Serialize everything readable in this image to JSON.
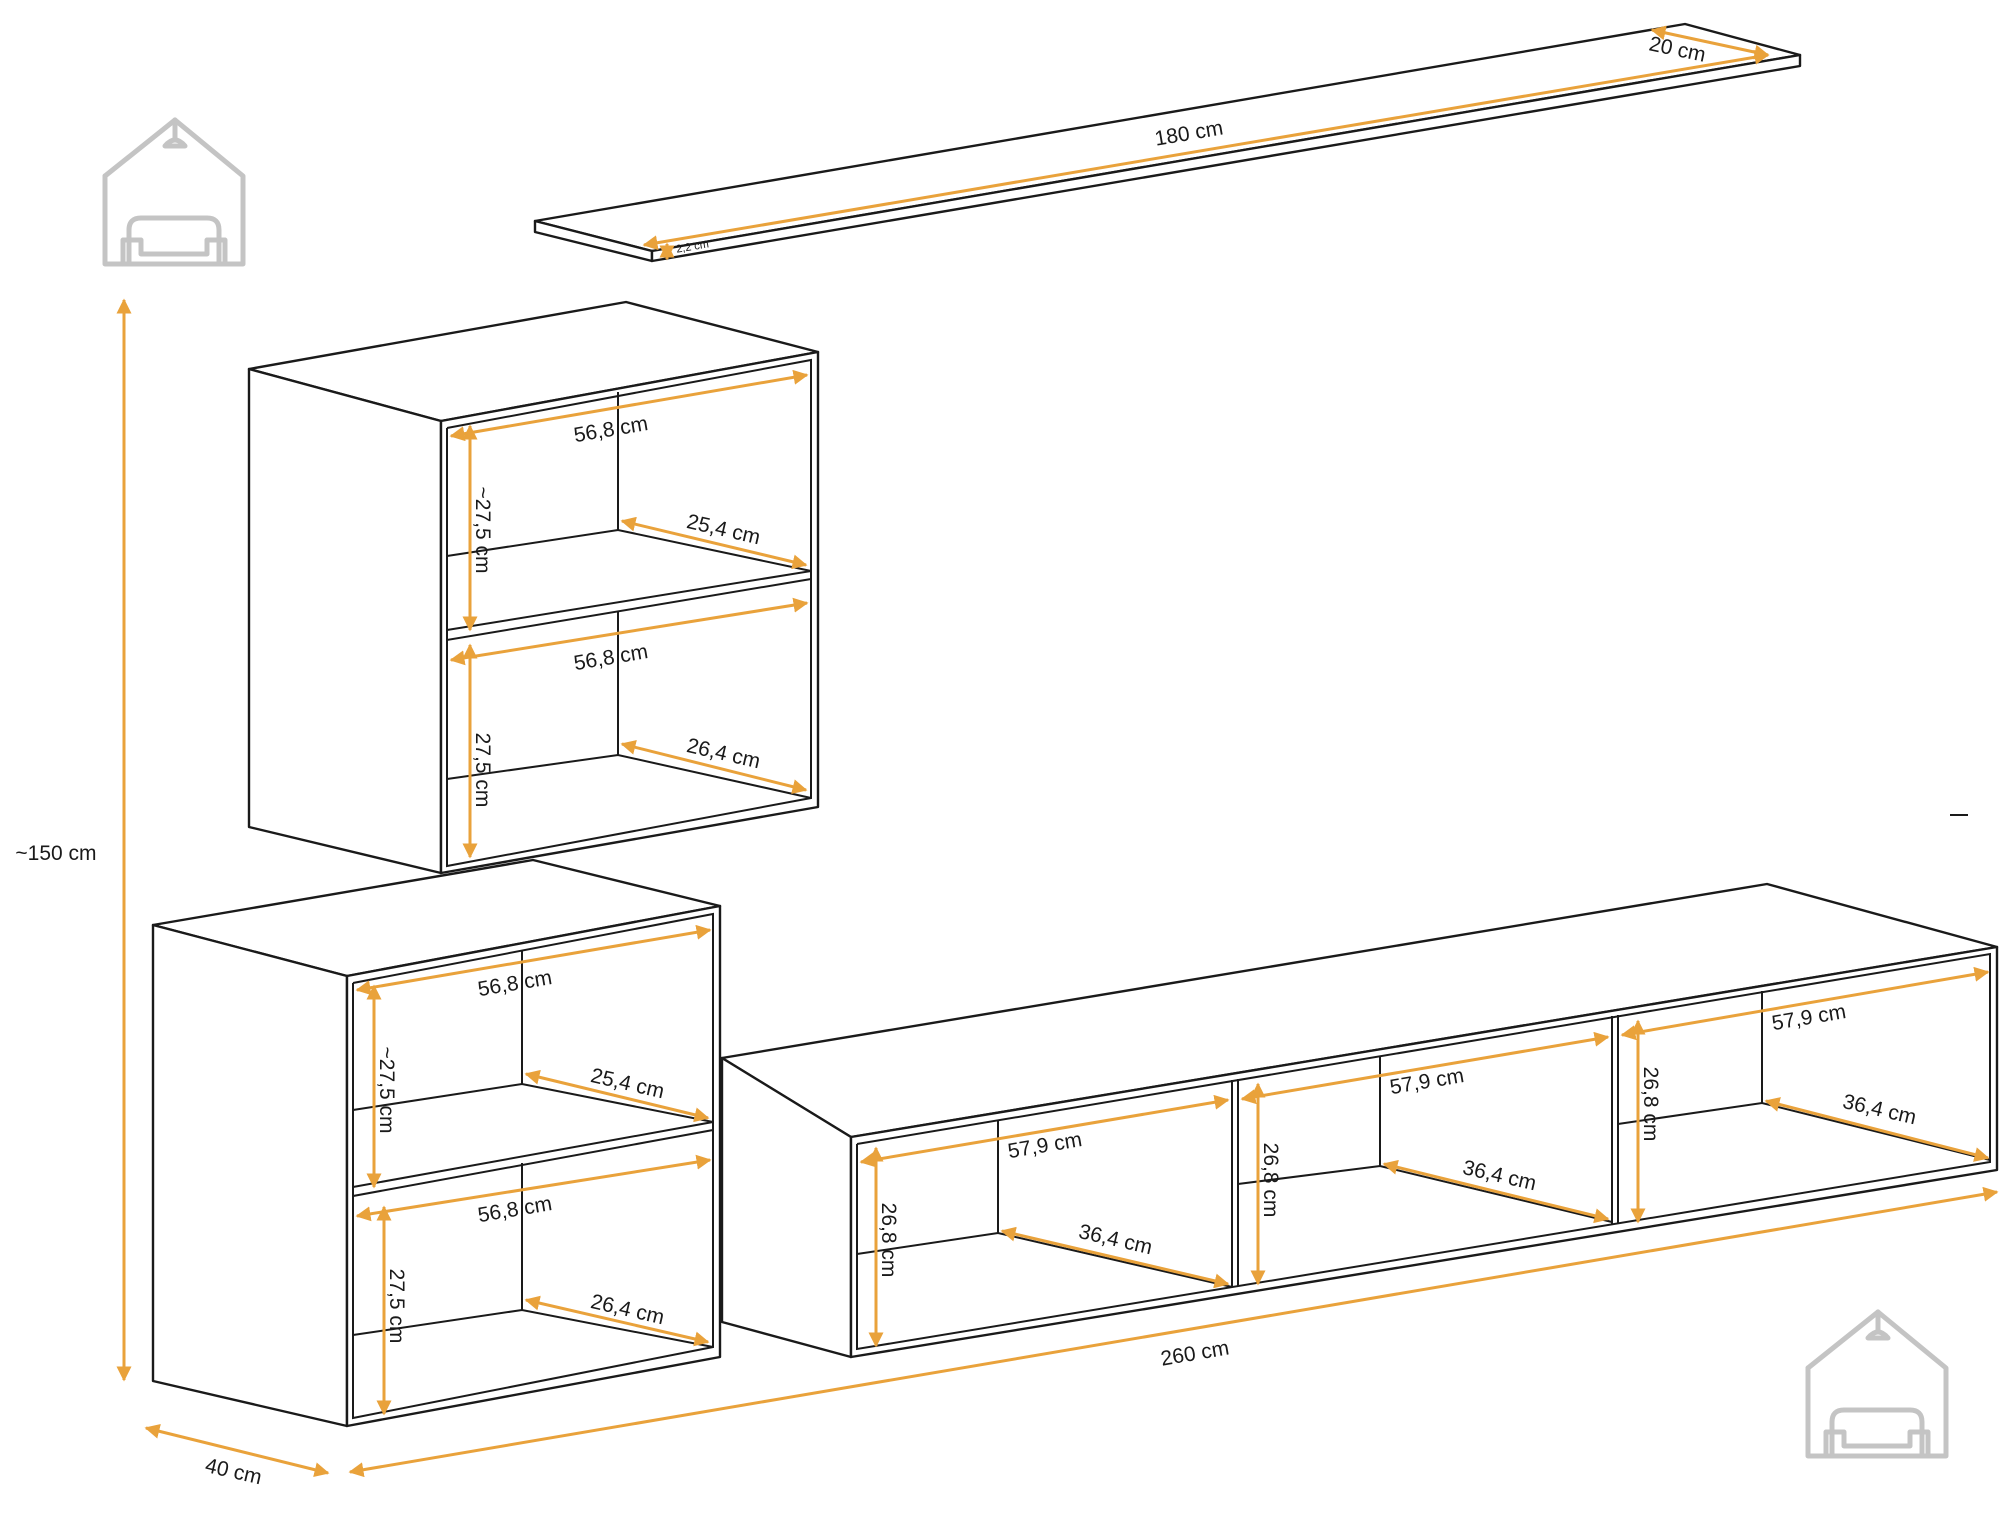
{
  "colors": {
    "dimension": "#E9A23B",
    "line": "#1a1a1a",
    "logo": "#c4c4c4"
  },
  "logos": [
    {
      "icon": "house-sofa-logo"
    },
    {
      "icon": "house-sofa-logo"
    }
  ],
  "labels": {
    "shelf_length": "180 cm",
    "shelf_depth": "20 cm",
    "shelf_thickness": "2,2 cm",
    "total_height": "~150 cm",
    "depth": "40 cm",
    "total_width": "260 cm",
    "upper_width_top": "56,8 cm",
    "upper_height_top": "~27,5 cm",
    "upper_depth_top": "25,4 cm",
    "upper_width_bottom": "56,8 cm",
    "upper_height_bottom": "27,5 cm",
    "upper_depth_bottom": "26,4 cm",
    "lower_width_top": "56,8 cm",
    "lower_height_top": "~27,5 cm",
    "lower_depth_top": "25,4 cm",
    "lower_width_bottom": "56,8 cm",
    "lower_height_bottom": "27,5 cm",
    "lower_depth_bottom": "26,4 cm",
    "tv_width_1": "57,9 cm",
    "tv_height_1": "26,8 cm",
    "tv_depth_1": "36,4 cm",
    "tv_width_2": "57,9 cm",
    "tv_height_2": "26,8 cm",
    "tv_depth_2": "36,4 cm",
    "tv_width_3": "57,9 cm",
    "tv_height_3": "26,8 cm",
    "tv_depth_3": "36,4 cm"
  }
}
